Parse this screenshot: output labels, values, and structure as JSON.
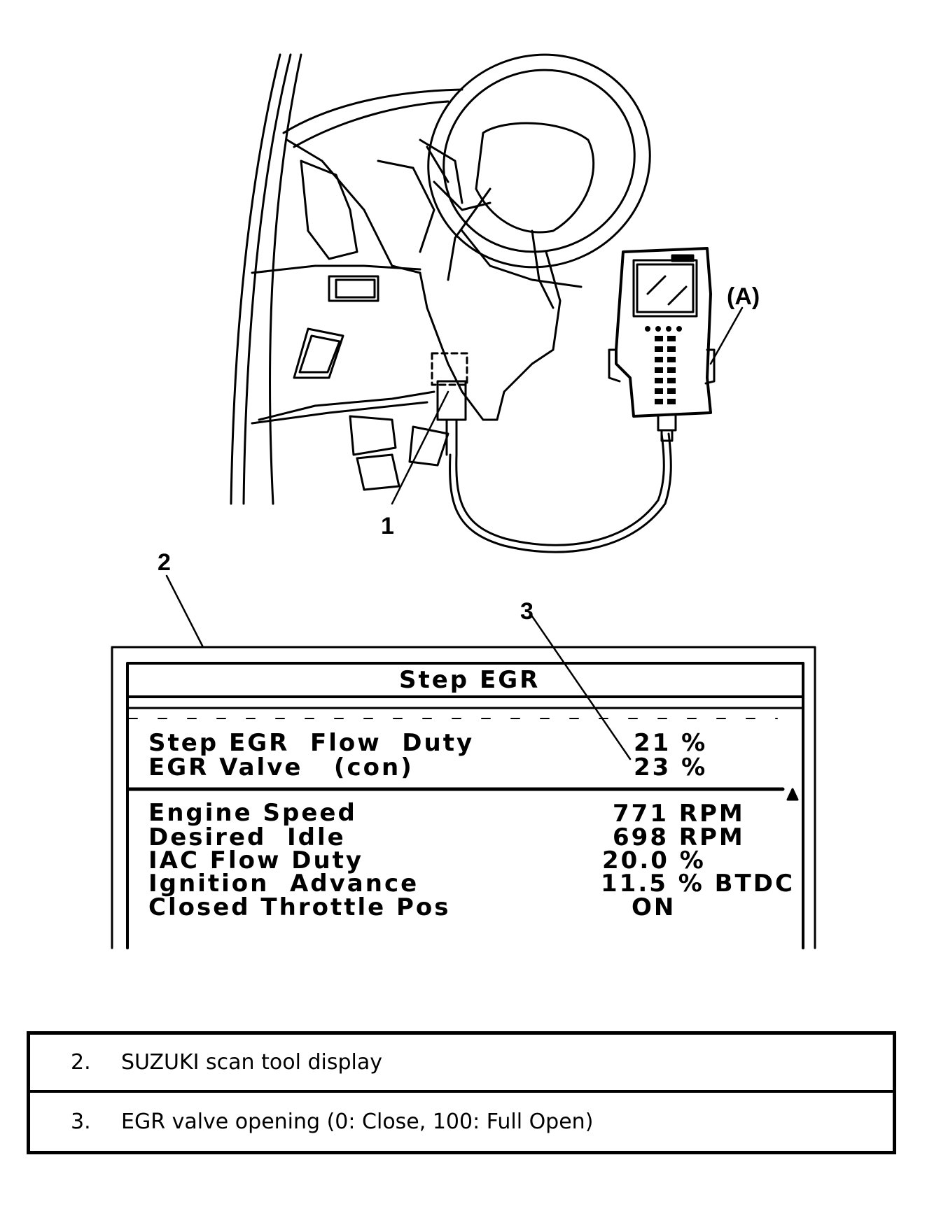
{
  "callouts": {
    "tool_A": "(A)",
    "connector_1": "1",
    "display_2": "2",
    "value_3": "3"
  },
  "screen": {
    "title": "Step EGR",
    "top_rows": [
      {
        "label": "Step EGR  Flow  Duty",
        "value": "21 %"
      },
      {
        "label": "EGR Valve   (con)",
        "value": "23 %"
      }
    ],
    "rows": [
      {
        "label": "Engine Speed",
        "value": "771 RPM"
      },
      {
        "label": "Desired  Idle",
        "value": "698 RPM"
      },
      {
        "label": "IAC Flow Duty",
        "value": "20.0 %"
      },
      {
        "label": "Ignition  Advance",
        "value": "11.5 % BTDC"
      },
      {
        "label": "Closed Throttle Pos",
        "value": "ON"
      }
    ]
  },
  "legend": [
    {
      "num": "2.",
      "text": "SUZUKI scan tool display"
    },
    {
      "num": "3.",
      "text": "EGR valve opening (0: Close, 100: Full Open)"
    }
  ]
}
